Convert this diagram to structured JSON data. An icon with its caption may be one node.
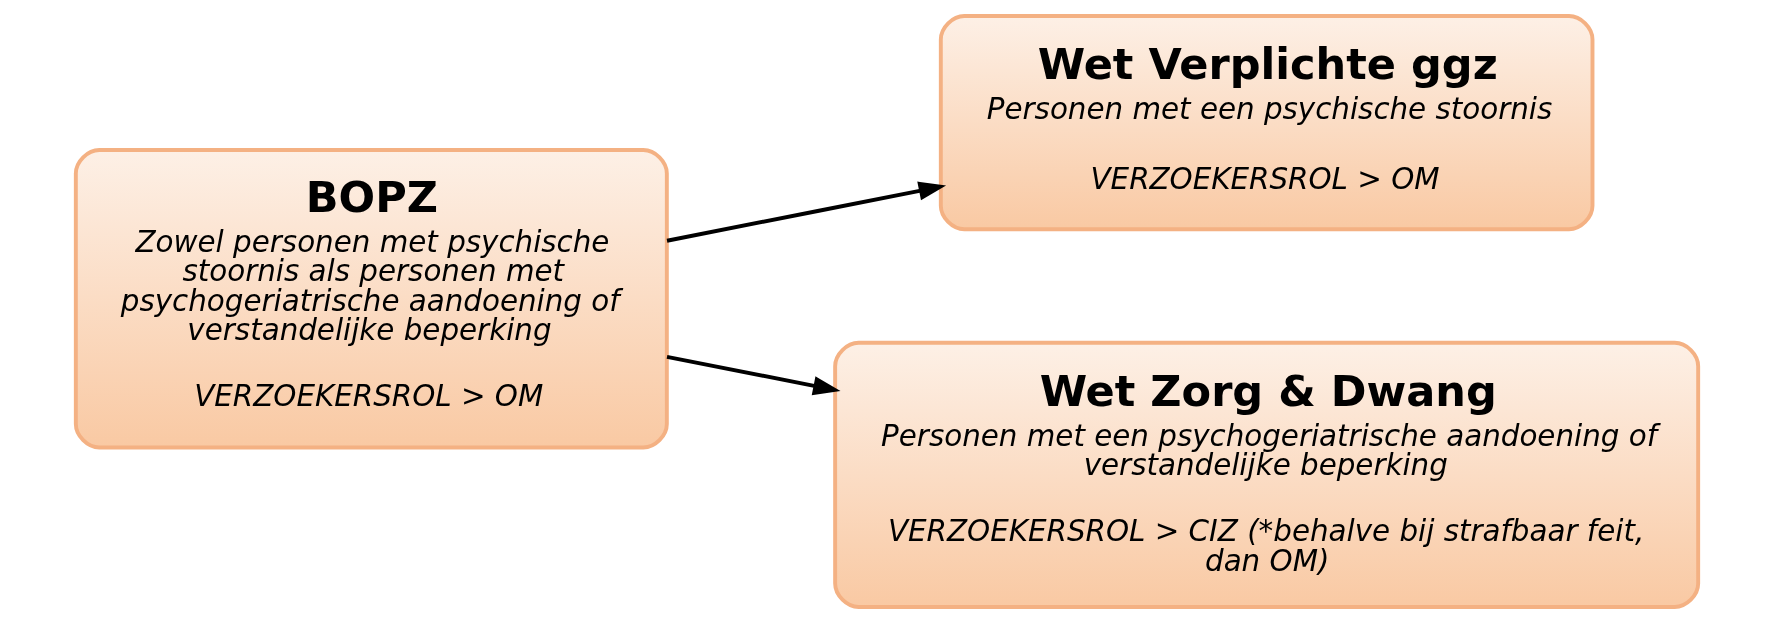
{
  "diagram": {
    "nodes": [
      {
        "text": [
          "BOPZ",
          "Zowel personen met psychische stoornis als personen met psychogeriatrische aandoening of verstandelijke beperking",
          "VERZOEKERSROL > OM"
        ]
      },
      {
        "text": [
          "Wet Verplichte ggz",
          "Personen met een psychische stoornis",
          "VERZOEKERSROL > OM"
        ]
      },
      {
        "text": [
          "Wet Zorg & Dwang",
          "Personen met een psychogeriatrische aandoening of verstandelijke beperking",
          "VERZOEKERSROL > CIZ (*behalve bij strafbaar feit, dan OM)"
        ]
      }
    ],
    "edges": [
      {
        "from": 0,
        "to": 1,
        "arrow": "to"
      },
      {
        "from": 0,
        "to": 2,
        "arrow": "to"
      }
    ]
  }
}
